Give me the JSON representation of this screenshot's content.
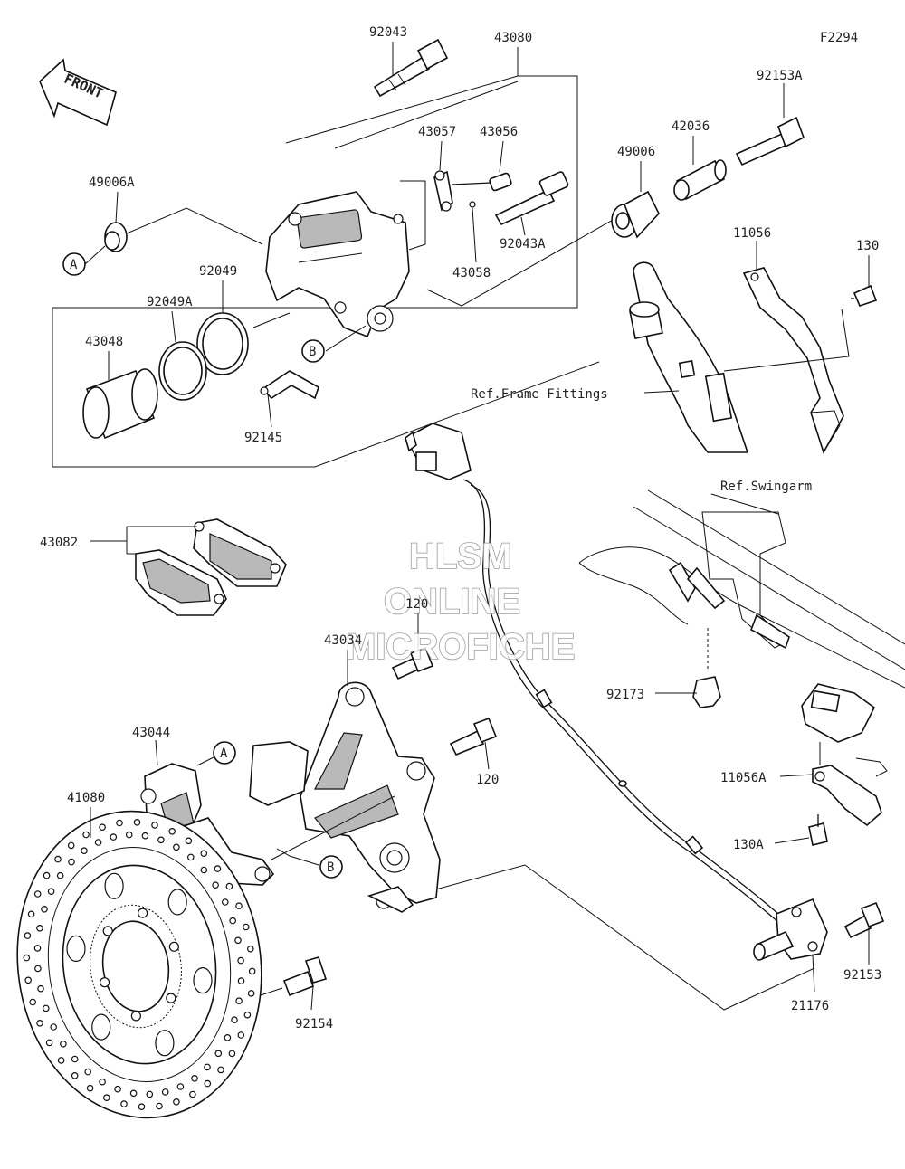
{
  "figure_code": "F2294",
  "front_arrow_label": "FRONT",
  "ref_labels": {
    "frame_fittings": "Ref.Frame Fittings",
    "swingarm": "Ref.Swingarm"
  },
  "callouts": {
    "a1": "A",
    "a2": "A",
    "b1": "B",
    "b2": "B"
  },
  "watermark": {
    "line1": "HLSM",
    "line2": "ONLINE",
    "line3": "MICROFICHE"
  },
  "part_numbers": {
    "p92043": "92043",
    "p43080": "43080",
    "p43057": "43057",
    "p43056": "43056",
    "p49006A": "49006A",
    "p92049": "92049",
    "p92049A": "92049A",
    "p43048": "43048",
    "p92145": "92145",
    "p43058": "43058",
    "p92043A": "92043A",
    "p49006": "49006",
    "p42036": "42036",
    "p92153A": "92153A",
    "p11056": "11056",
    "p130": "130",
    "p43082": "43082",
    "p120a": "120",
    "p43034": "43034",
    "p120b": "120",
    "p43044": "43044",
    "p41080": "41080",
    "p92154": "92154",
    "p92173": "92173",
    "p11056A": "11056A",
    "p130A": "130A",
    "p92153": "92153",
    "p21176": "21176"
  }
}
